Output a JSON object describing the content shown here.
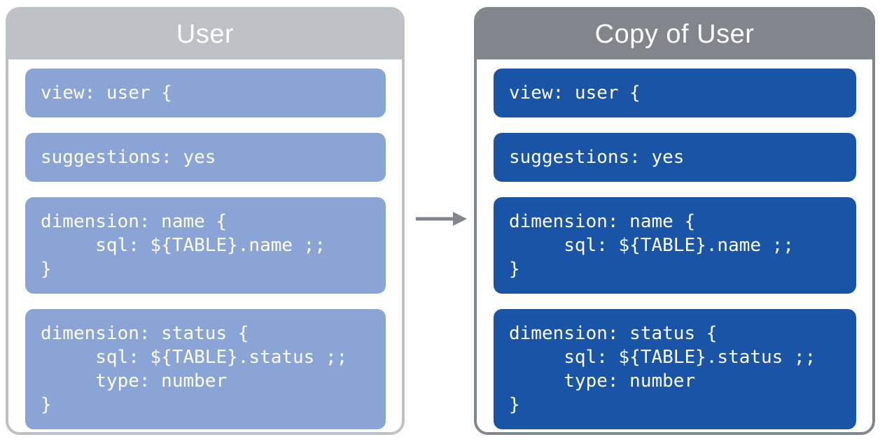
{
  "diagram": {
    "description": "Two-panel diagram showing a LookML view file and its copy",
    "colors": {
      "left_header_gray": "#bdc1c6",
      "right_header_gray": "#80868b",
      "left_block_blue": "#8ba4d6",
      "right_block_blue": "#1a54a6",
      "code_text": "#ffffff",
      "arrow_gray": "#80868b"
    },
    "arrow_icon": "right-arrow-icon",
    "panels": [
      {
        "title": "User",
        "blocks": [
          {
            "lines": [
              "view: user {"
            ]
          },
          {
            "lines": [
              "suggestions: yes"
            ]
          },
          {
            "lines": [
              "dimension: name {",
              "     sql: ${TABLE}.name ;;",
              "}"
            ]
          },
          {
            "lines": [
              "dimension: status {",
              "     sql: ${TABLE}.status ;;",
              "     type: number",
              "}"
            ]
          }
        ]
      },
      {
        "title": "Copy of User",
        "blocks": [
          {
            "lines": [
              "view: user {"
            ]
          },
          {
            "lines": [
              "suggestions: yes"
            ]
          },
          {
            "lines": [
              "dimension: name {",
              "     sql: ${TABLE}.name ;;",
              "}"
            ]
          },
          {
            "lines": [
              "dimension: status {",
              "     sql: ${TABLE}.status ;;",
              "     type: number",
              "}"
            ]
          }
        ]
      }
    ]
  }
}
